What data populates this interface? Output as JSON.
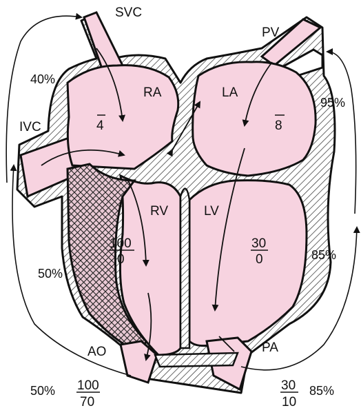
{
  "colors": {
    "blood": "#f7d3e0",
    "wall_fill": "#e9c9d4",
    "outline": "#111111",
    "hatch": "#444444"
  },
  "labels": {
    "svc": "SVC",
    "ivc": "IVC",
    "pv": "PV",
    "ra": "RA",
    "la": "LA",
    "rv": "RV",
    "lv": "LV",
    "ao": "AO",
    "pa": "PA"
  },
  "pressures": {
    "ra": {
      "num": "4"
    },
    "la": {
      "num": "8"
    },
    "rv": {
      "num": "100",
      "den": "0"
    },
    "lv": {
      "num": "30",
      "den": "0"
    },
    "ao": {
      "num": "100",
      "den": "70"
    },
    "pa": {
      "num": "30",
      "den": "10"
    }
  },
  "saturations": {
    "upper_left": "40%",
    "mid_left": "50%",
    "bottom_left": "50%",
    "upper_right": "95%",
    "mid_right": "85%",
    "bottom_right": "85%"
  }
}
